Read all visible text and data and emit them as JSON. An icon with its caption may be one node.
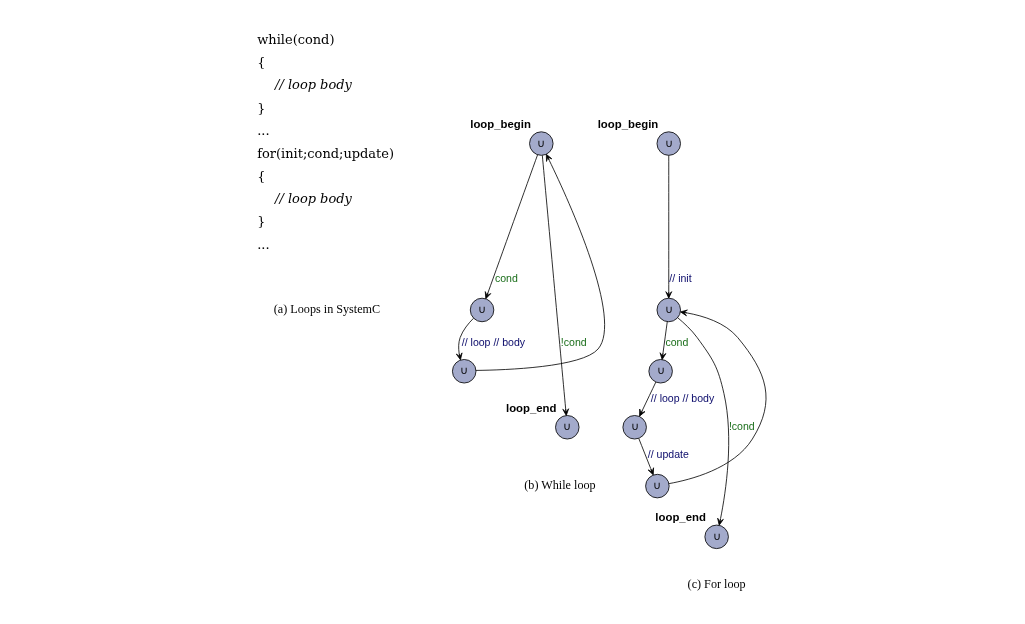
{
  "diagram": {
    "nodes": [
      {
        "text": [
          "∪"
        ],
        "beside": [
          "loop_begin"
        ]
      },
      {
        "text": [
          "∪"
        ]
      },
      {
        "text": [
          "∪"
        ]
      },
      {
        "text": [
          "∪"
        ],
        "beside": [
          "loop_end"
        ]
      },
      {
        "text": [
          "∪"
        ],
        "beside": [
          "loop_begin"
        ]
      },
      {
        "text": [
          "∪"
        ]
      },
      {
        "text": [
          "∪"
        ]
      },
      {
        "text": [
          "∪"
        ]
      },
      {
        "text": [
          "∪"
        ]
      },
      {
        "text": [
          "∪"
        ],
        "beside": [
          "loop_end"
        ]
      }
    ],
    "edges": [
      {
        "from": 0,
        "to": 1,
        "arrow": "to",
        "label": "cond"
      },
      {
        "from": 1,
        "to": 2,
        "arrow": "to",
        "label": "// loop // body"
      },
      {
        "from": 2,
        "to": 0,
        "arrow": "to"
      },
      {
        "from": 0,
        "to": 3,
        "arrow": "to",
        "label": "!cond"
      },
      {
        "from": 4,
        "to": 5,
        "arrow": "to",
        "label": "// init"
      },
      {
        "from": 5,
        "to": 6,
        "arrow": "to",
        "label": "cond"
      },
      {
        "from": 6,
        "to": 7,
        "arrow": "to",
        "label": "// loop // body"
      },
      {
        "from": 7,
        "to": 8,
        "arrow": "to",
        "label": "// update"
      },
      {
        "from": 8,
        "to": 5,
        "arrow": "to"
      },
      {
        "from": 5,
        "to": 9,
        "arrow": "to",
        "label": "!cond"
      }
    ],
    "labels": [
      "while(cond)",
      "{",
      "// loop body",
      "}",
      "...",
      "for(init;cond;update)",
      "{",
      "// loop body",
      "}",
      "...",
      "(a) Loops in SystemC",
      "(b) While loop",
      "(c) For loop"
    ]
  }
}
